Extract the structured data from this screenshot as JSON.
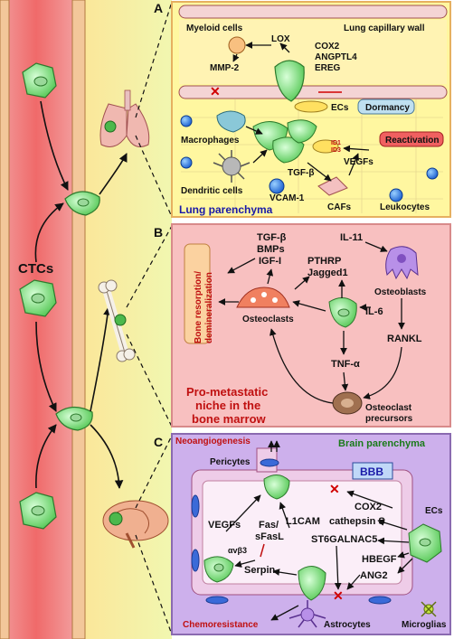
{
  "left": {
    "ctcs_label": "CTCs"
  },
  "panel_a": {
    "letter": "A",
    "myeloid_cells": "Myeloid cells",
    "lung_capillary_wall": "Lung capillary wall",
    "lox": "LOX",
    "mmp2": "MMP-2",
    "cox2": "COX2",
    "angptl4": "ANGPTL4",
    "ereg": "EREG",
    "ecs": "ECs",
    "dormancy": "Dormancy",
    "macrophages": "Macrophages",
    "id1": "ID1",
    "id3": "ID3",
    "superscript": "+",
    "reactivation": "Reactivation",
    "tgf_beta": "TGF-β",
    "vegfs": "VEGFs",
    "dendritic_cells": "Dendritic cells",
    "vcam1": "VCAM-1",
    "cafs": "CAFs",
    "leukocytes": "Leukocytes",
    "lung_parenchyma": "Lung parenchyma"
  },
  "panel_b": {
    "letter": "B",
    "bone_resorption": "Bone resorption/",
    "demineralization": "demineralization",
    "tgf_beta": "TGF-β",
    "bmps": "BMPs",
    "igf1": "IGF-I",
    "il11": "IL-11",
    "pthrp": "PTHRP",
    "jagged1": "Jagged1",
    "osteoblasts": "Osteoblasts",
    "il6": "IL-6",
    "osteoclasts": "Osteoclasts",
    "rankl": "RANKL",
    "tnf_alpha": "TNF-α",
    "niche_line1": "Pro-metastatic",
    "niche_line2": "niche in the",
    "niche_line3": "bone marrow",
    "precursors_line1": "Osteoclast",
    "precursors_line2": "precursors"
  },
  "panel_c": {
    "letter": "C",
    "neoangiogenesis": "Neoangiogenesis",
    "brain_parenchyma": "Brain parenchyma",
    "pericytes": "Pericytes",
    "bbb": "BBB",
    "cox2": "COX2",
    "ecs": "ECs",
    "cathepsin_s": "cathepsin S",
    "vegfs": "VEGFs",
    "fas": "Fas/",
    "sfasl": "sFasL",
    "l1cam": "L1CAM",
    "st6galnac5": "ST6GALNAC5",
    "hbegf": "HBEGF",
    "integrin": "αvβ3",
    "serpin": "Serpin",
    "ang2": "ANG2",
    "chemoresistance": "Chemoresistance",
    "astrocytes": "Astrocytes",
    "microglias": "Microglias"
  },
  "colors": {
    "vessel_red": "#f07a7a",
    "left_bg": "#fdf0a0",
    "panel_a_bg": "#fff59a",
    "panel_b_bg": "#f8b8b8",
    "panel_c_bg": "#c8a8e8",
    "tumor_green": "#7ee07e",
    "accent_blue": "#1a1aa8",
    "accent_red": "#c01010",
    "accent_green": "#1a7a1a"
  }
}
